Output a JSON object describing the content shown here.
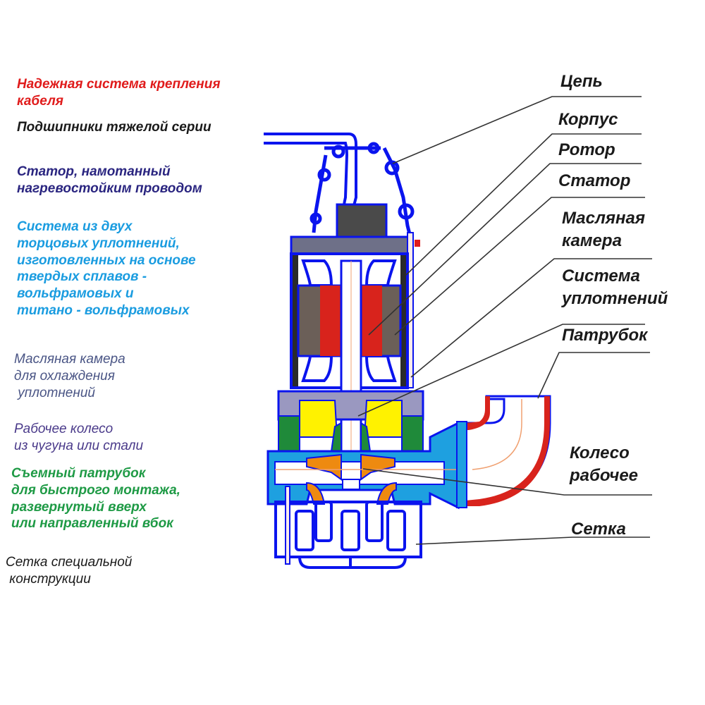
{
  "colors": {
    "outline": "#0a14ee",
    "housing_gray": "#6e7088",
    "stator_brown": "#6b5f58",
    "rotor_red": "#d8231c",
    "oil_yellow": "#fff200",
    "seal_green": "#1f8a3a",
    "volute_cyan": "#1ea0e0",
    "impeller_orange": "#ee8a10",
    "oil_purple": "#9a98c0",
    "leader_line": "#333333"
  },
  "left_labels": [
    {
      "id": "cable-fixing",
      "color": "#e01b1b",
      "lines": [
        "Надежная система крепления",
        "кабеля"
      ]
    },
    {
      "id": "bearings",
      "color": "#1a1a1a",
      "lines": [
        "Подшипники тяжелой серии"
      ]
    },
    {
      "id": "stator-winding",
      "color": "#2a2580",
      "lines": [
        "Статор, намотанный",
        "нагревостойким проводом"
      ]
    },
    {
      "id": "mechanical-seals",
      "color": "#1a9ce0",
      "lines": [
        "Система из двух",
        "торцовых уплотнений,",
        "изготовленных на основе",
        "твердых сплавов -",
        "вольфрамовых и",
        "титано - вольфрамовых"
      ]
    },
    {
      "id": "oil-chamber-cooling",
      "color": "#4a5585",
      "lines": [
        "Масляная камера",
        "для охлаждения",
        " уплотнений"
      ]
    },
    {
      "id": "impeller-material",
      "color": "#4a3a8a",
      "lines": [
        "Рабочее колесо",
        "из чугуна или стали"
      ]
    },
    {
      "id": "removable-outlet",
      "color": "#1e9a45",
      "lines": [
        "Съемный патрубок",
        "для быстрого монтажа,",
        "развернутый вверх",
        "или направленный вбок"
      ]
    },
    {
      "id": "special-strainer",
      "color": "#1a1a1a",
      "lines": [
        "Сетка специальной",
        " конструкции"
      ]
    }
  ],
  "right_labels": [
    {
      "id": "chain",
      "lines": [
        "Цепь"
      ]
    },
    {
      "id": "housing",
      "lines": [
        "Корпус"
      ]
    },
    {
      "id": "rotor",
      "lines": [
        "Ротор"
      ]
    },
    {
      "id": "stator",
      "lines": [
        "Статор"
      ]
    },
    {
      "id": "oil-chamber",
      "lines": [
        "Масляная",
        "камера"
      ]
    },
    {
      "id": "seal-system",
      "lines": [
        "Система",
        "уплотнений"
      ]
    },
    {
      "id": "outlet-pipe",
      "lines": [
        "Патрубок"
      ]
    },
    {
      "id": "impeller",
      "lines": [
        "Колесо",
        "рабочее"
      ]
    },
    {
      "id": "strainer",
      "lines": [
        "Сетка"
      ]
    }
  ]
}
